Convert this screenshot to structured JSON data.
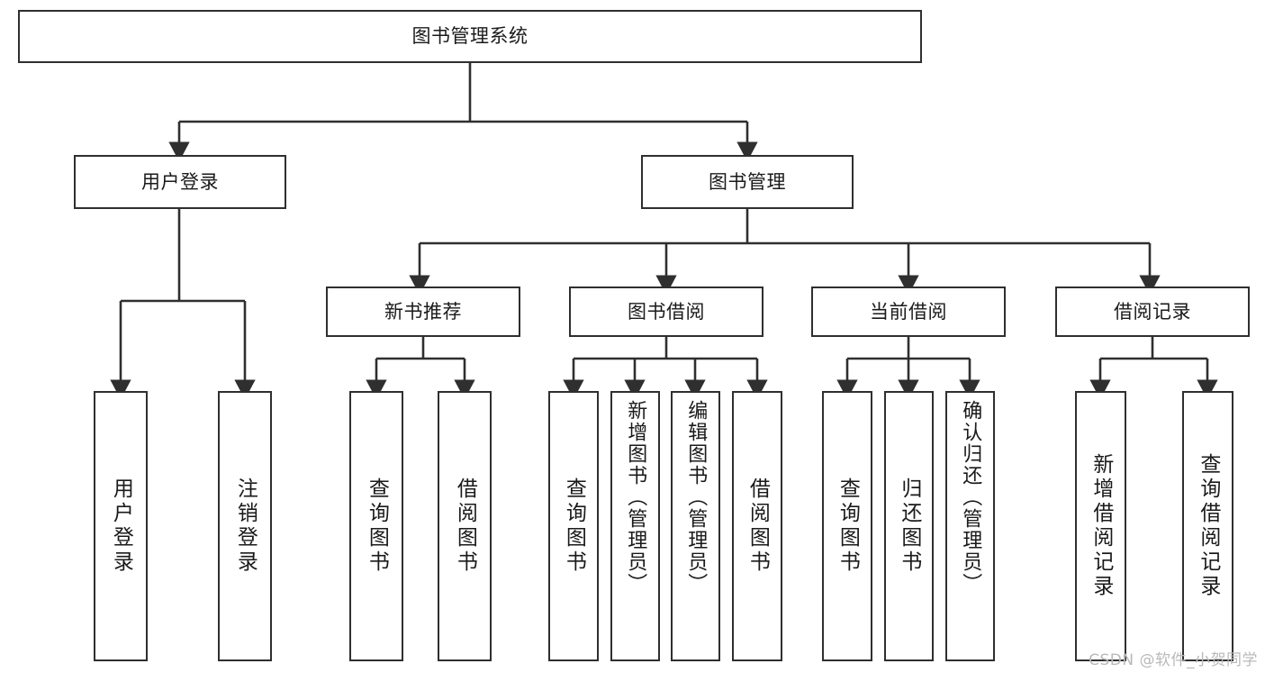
{
  "diagram": {
    "type": "tree-hierarchy",
    "title": "图书管理系统",
    "root": {
      "id": "root",
      "label": "图书管理系统",
      "orientation": "horizontal"
    },
    "level1": [
      {
        "id": "user-login",
        "label": "用户登录",
        "orientation": "horizontal"
      },
      {
        "id": "book-manage",
        "label": "图书管理",
        "orientation": "horizontal"
      }
    ],
    "level2": [
      {
        "id": "new-book-rec",
        "label": "新书推荐",
        "orientation": "horizontal",
        "parent": "book-manage"
      },
      {
        "id": "book-borrow",
        "label": "图书借阅",
        "orientation": "horizontal",
        "parent": "book-manage"
      },
      {
        "id": "current-borrow",
        "label": "当前借阅",
        "orientation": "horizontal",
        "parent": "book-manage"
      },
      {
        "id": "borrow-record",
        "label": "借阅记录",
        "orientation": "horizontal",
        "parent": "book-manage"
      }
    ],
    "leaves": [
      {
        "id": "leaf-user-login",
        "label": "用户登录",
        "parent": "user-login",
        "orientation": "vertical"
      },
      {
        "id": "leaf-logout",
        "label": "注销登录",
        "parent": "user-login",
        "orientation": "vertical"
      },
      {
        "id": "leaf-query-book-1",
        "label": "查询图书",
        "parent": "new-book-rec",
        "orientation": "vertical"
      },
      {
        "id": "leaf-borrow-book-1",
        "label": "借阅图书",
        "parent": "new-book-rec",
        "orientation": "vertical"
      },
      {
        "id": "leaf-query-book-2",
        "label": "查询图书",
        "parent": "book-borrow",
        "orientation": "vertical"
      },
      {
        "id": "leaf-add-book",
        "label": "新增图书（管理员）",
        "parent": "book-borrow",
        "orientation": "vertical"
      },
      {
        "id": "leaf-edit-book",
        "label": "编辑图书（管理员）",
        "parent": "book-borrow",
        "orientation": "vertical"
      },
      {
        "id": "leaf-borrow-book-2",
        "label": "借阅图书",
        "parent": "book-borrow",
        "orientation": "vertical"
      },
      {
        "id": "leaf-query-book-3",
        "label": "查询图书",
        "parent": "current-borrow",
        "orientation": "vertical"
      },
      {
        "id": "leaf-return-book",
        "label": "归还图书",
        "parent": "current-borrow",
        "orientation": "vertical"
      },
      {
        "id": "leaf-confirm-return",
        "label": "确认归还（管理员）",
        "parent": "current-borrow",
        "orientation": "vertical"
      },
      {
        "id": "leaf-add-record",
        "label": "新增借阅记录",
        "parent": "borrow-record",
        "orientation": "vertical"
      },
      {
        "id": "leaf-query-record",
        "label": "查询借阅记录",
        "parent": "borrow-record",
        "orientation": "vertical"
      }
    ],
    "colors": {
      "stroke": "#2f2f2f",
      "fill": "#ffffff",
      "text": "#1a1a1a",
      "watermark": "#b9b9b9"
    }
  },
  "watermark": {
    "text": "CSDN @软件_小贺同学"
  }
}
